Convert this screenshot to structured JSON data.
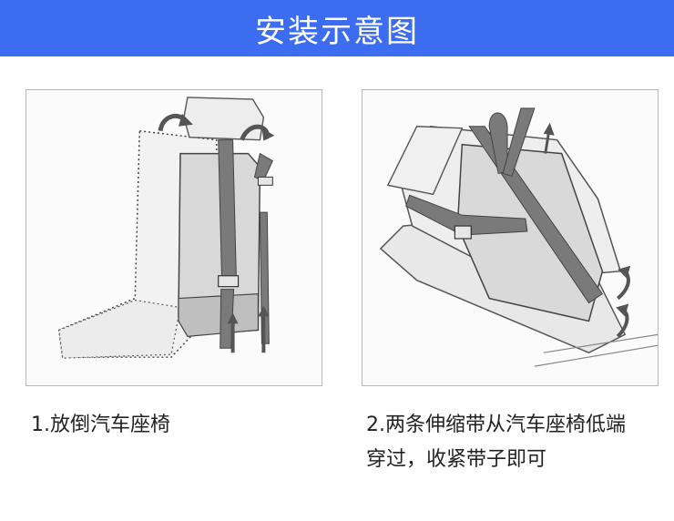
{
  "header": {
    "title": "安装示意图",
    "background": "#3c6df0"
  },
  "steps": [
    {
      "caption": "1.放倒汽车座椅",
      "icon": "car-seat-upright-illustration"
    },
    {
      "caption_line1": "2.两条伸缩带从汽车座椅低端",
      "caption_line2": "穿过，收紧带子即可",
      "icon": "car-seat-reclined-illustration"
    }
  ],
  "colors": {
    "strap": "#7a7a7a",
    "seat": "#e6e6e6",
    "outline": "#555555"
  }
}
